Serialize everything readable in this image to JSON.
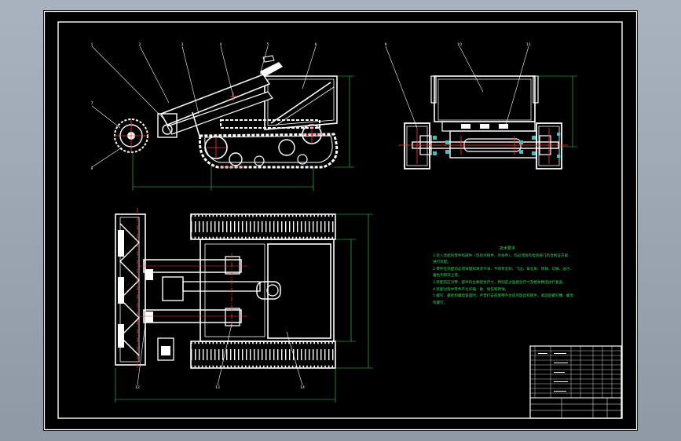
{
  "window": {
    "frame_color": "#ffffff",
    "background": "#000000"
  },
  "colors": {
    "outline": "#ffffff",
    "dimension": "#39d45a",
    "centerline": "#ff3a3a",
    "leader": "#ffffff",
    "bearing": "#33c6c6"
  },
  "balloons": [
    "1",
    "2",
    "3",
    "4",
    "5",
    "6",
    "7",
    "8",
    "9",
    "10",
    "11",
    "12",
    "13",
    "14"
  ],
  "technical_notes": {
    "title": "技术要求",
    "lines": [
      "1.装入装配的零件和部件（包括外购件、外协件），均必须具有检验部门的合格证方能",
      "进行装配。",
      "2.零件在装配前必须清理和清洗干净，不得有毛刺、飞边、氧化皮、锈蚀、切屑、油污、",
      "着色剂和灰尘等。",
      "3.装配前应对零、部件的主要配合尺寸，特别是过盈配合尺寸及相关精度进行复查。",
      "4.装配过程中零件不允许磕、碰、划伤和锈蚀。",
      "5.螺钉、螺栓和螺母紧固时，严禁打击或使用不合适的旋具和扳手。紧固后螺钉槽、螺母",
      "和螺钉。"
    ]
  },
  "title_block": {
    "rows": 15
  }
}
